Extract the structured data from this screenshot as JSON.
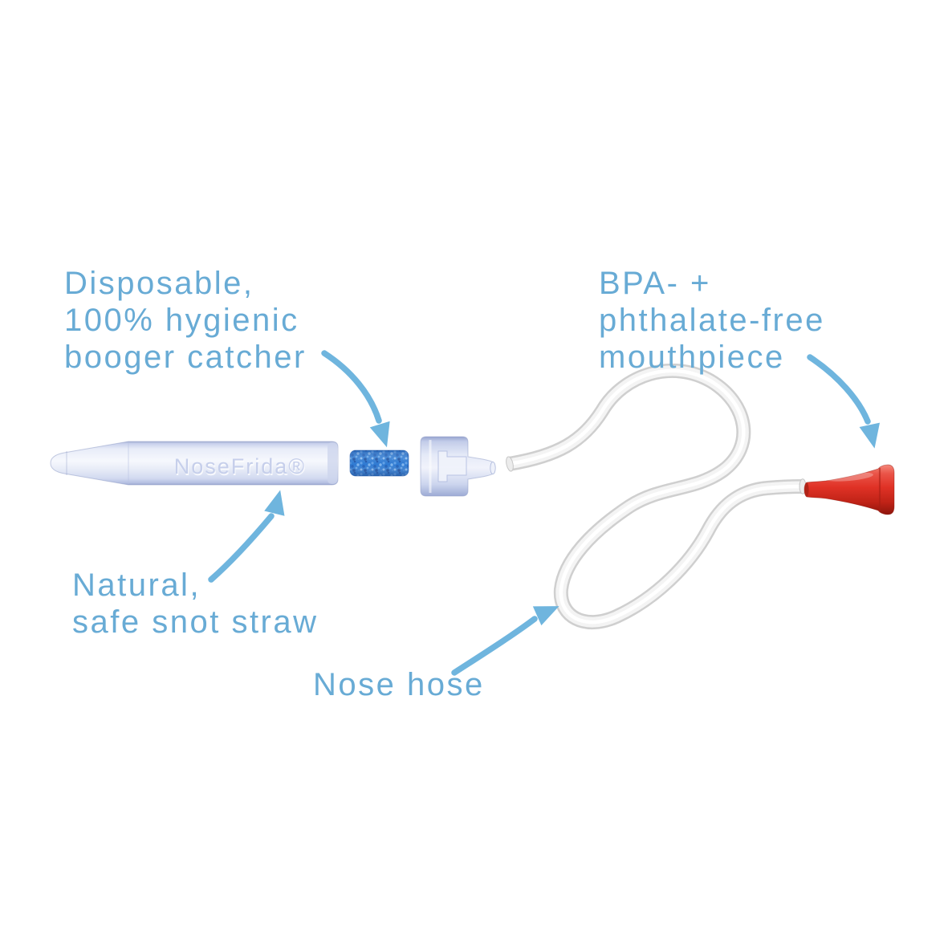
{
  "title": "NoseFrida nasal aspirator parts diagram",
  "colors": {
    "background": "#ffffff",
    "label_text": "#68abd5",
    "arrow": "#6fb5de",
    "foam": "#2e7ad2",
    "plastic_light": "#eef1fa",
    "plastic_edge": "#a9b4d6",
    "hose_outline": "#cfcfcf",
    "mouthpiece_red": "#e03226"
  },
  "labels": {
    "booger_catcher": {
      "line1": "Disposable,",
      "line2": "100% hygienic",
      "line3": "booger catcher"
    },
    "mouthpiece": {
      "line1": "BPA- +",
      "line2": "phthalate-free",
      "line3": "mouthpiece"
    },
    "snot_straw": {
      "line1": "Natural,",
      "line2": "safe snot straw"
    },
    "nose_hose": {
      "line1": "Nose hose"
    }
  },
  "product": {
    "brand": "NoseFrida®"
  }
}
